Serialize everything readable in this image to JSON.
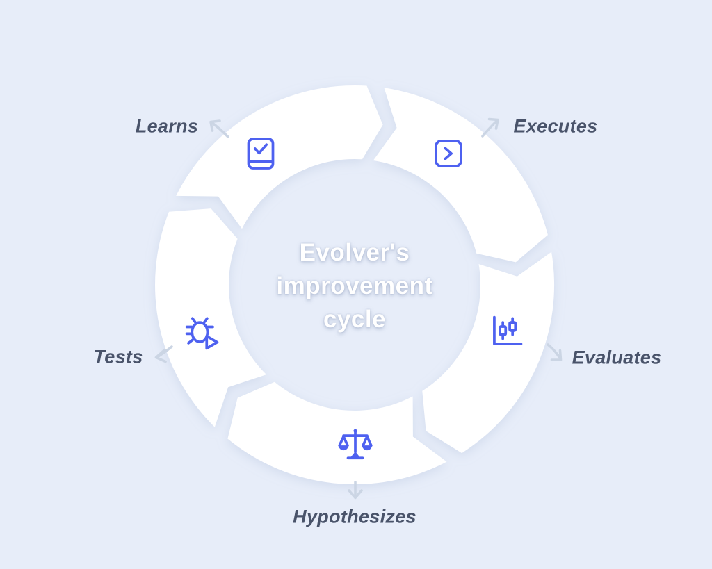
{
  "title": "Evolver's improvement cycle",
  "colors": {
    "background": "#e7edf9",
    "ring": "#ffffff",
    "accent": "#4e61f0",
    "label": "#49536a",
    "arrow": "#cbd5e4",
    "center_text": "#ffffff"
  },
  "center": {
    "lines": [
      "Evolver's",
      "improvement",
      "cycle"
    ]
  },
  "steps": [
    {
      "id": "executes",
      "label": "Executes",
      "icon": "code-run-icon"
    },
    {
      "id": "evaluates",
      "label": "Evaluates",
      "icon": "candlestick-chart-icon"
    },
    {
      "id": "hypothesizes",
      "label": "Hypothesizes",
      "icon": "balance-scale-icon"
    },
    {
      "id": "tests",
      "label": "Tests",
      "icon": "bug-play-icon"
    },
    {
      "id": "learns",
      "label": "Learns",
      "icon": "book-check-icon"
    }
  ]
}
